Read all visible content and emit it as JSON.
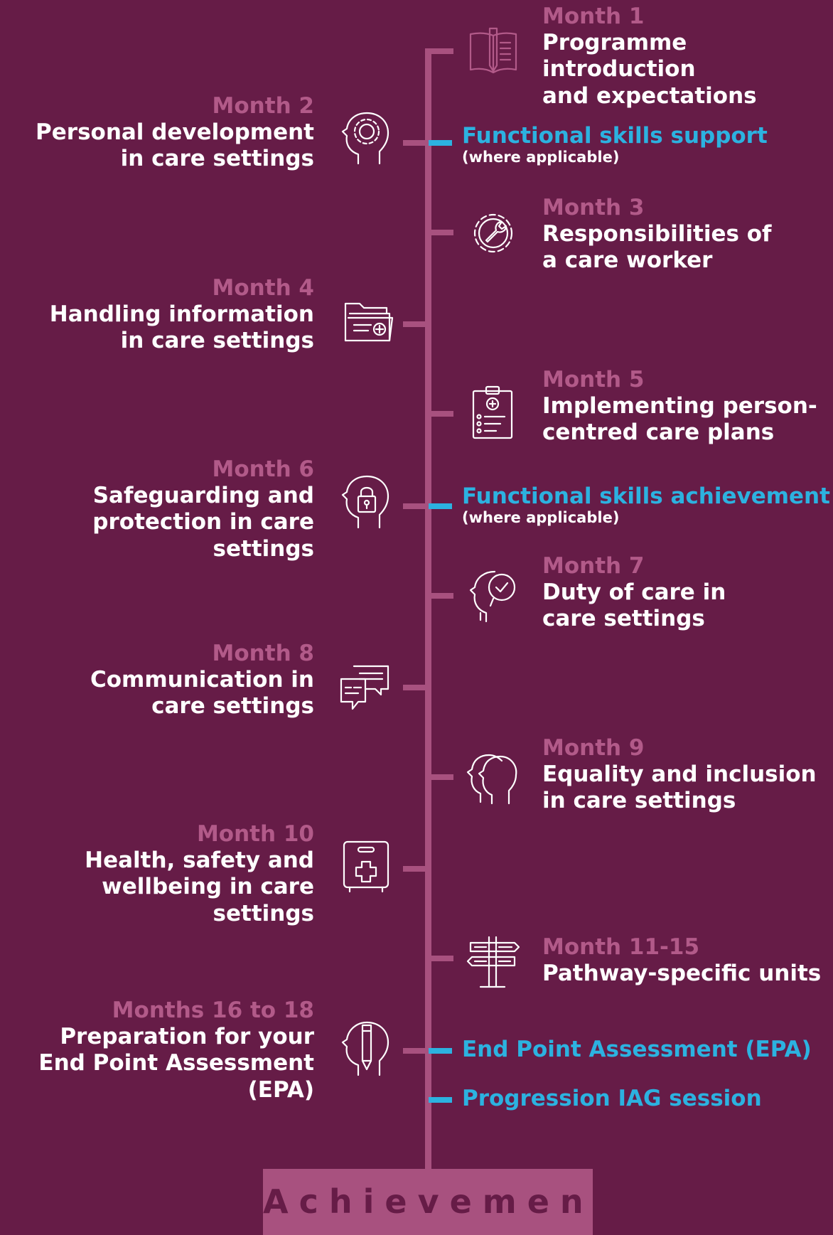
{
  "colors": {
    "background": "#661c47",
    "spine": "#a8517f",
    "month_label": "#b25a89",
    "highlight": "#2cb2e0",
    "text": "#ffffff"
  },
  "timeline": [
    {
      "month": "Month 1",
      "title": "Programme introduction\nand expectations",
      "icon": "book-pencil-icon"
    },
    {
      "month": "Month 2",
      "title": "Personal development\nin care settings",
      "icon": "head-gear-icon"
    },
    {
      "month": "Month 3",
      "title": "Responsibilities of\na care worker",
      "icon": "gear-wrench-icon"
    },
    {
      "month": "Month 4",
      "title": "Handling information\nin care settings",
      "icon": "folder-medical-icon"
    },
    {
      "month": "Month 5",
      "title": "Implementing person-\ncentred care plans",
      "icon": "clipboard-medical-icon"
    },
    {
      "month": "Month 6",
      "title": "Safeguarding and\nprotection in care settings",
      "icon": "head-lock-icon"
    },
    {
      "month": "Month 7",
      "title": "Duty of care in\ncare settings",
      "icon": "head-check-icon"
    },
    {
      "month": "Month 8",
      "title": "Communication in\ncare settings",
      "icon": "chat-bubbles-icon"
    },
    {
      "month": "Month 9",
      "title": "Equality and inclusion\nin care settings",
      "icon": "two-heads-icon"
    },
    {
      "month": "Month 10",
      "title": "Health, safety and\nwellbeing in care settings",
      "icon": "first-aid-kit-icon"
    },
    {
      "month": "Month 11-15",
      "title": "Pathway-specific units",
      "icon": "signpost-icon"
    },
    {
      "month": "Months 16 to 18",
      "title": "Preparation for your\nEnd Point Assessment\n(EPA)",
      "icon": "head-pencil-icon"
    }
  ],
  "milestones": [
    {
      "title": "Functional skills support",
      "note": "(where applicable)"
    },
    {
      "title": "Functional skills achievement",
      "note": "(where applicable)"
    },
    {
      "title": "End Point Assessment (EPA)"
    },
    {
      "title": "Progression IAG session"
    }
  ],
  "footer": {
    "label": "Achievement"
  }
}
